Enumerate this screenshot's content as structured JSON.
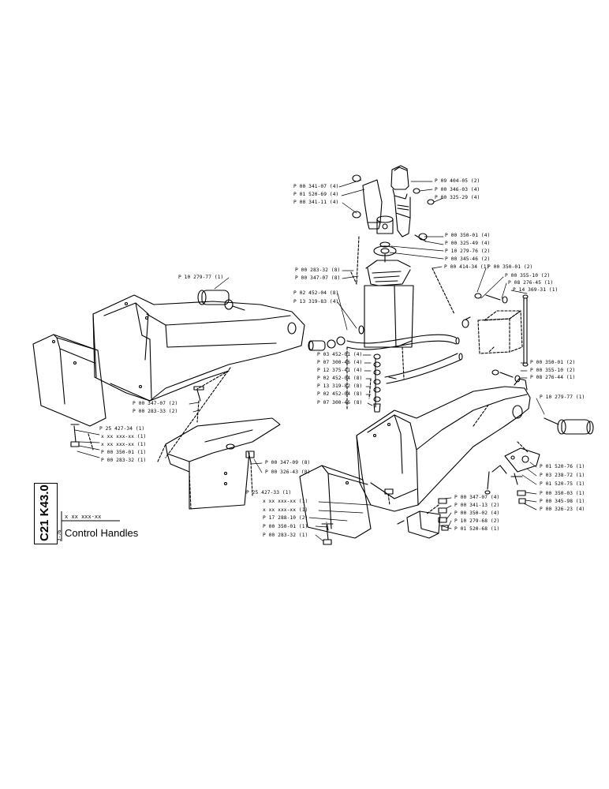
{
  "sheet": {
    "code": "C21 K43.0",
    "date": "3-76",
    "reference": "x xx xxx-xx",
    "title": "Control Handles"
  },
  "labels": [
    {
      "text": "P 09 404-05 (2)"
    },
    {
      "text": "P 00 346-03 (4)"
    },
    {
      "text": "P 00 325-29 (4)"
    },
    {
      "text": "P 00 341-07 (4)"
    },
    {
      "text": "P 01 520-69 (4)"
    },
    {
      "text": "P 00 341-11 (4)"
    },
    {
      "text": "P 00 350-01 (4)"
    },
    {
      "text": "P 00 325-49 (4)"
    },
    {
      "text": "P 10 279-76 (2)"
    },
    {
      "text": "P 00 345-46 (2)"
    },
    {
      "text": "P 00 414-34 (1)"
    },
    {
      "text": "P 00 283-32 (8)"
    },
    {
      "text": "P 00 347-07 (8)"
    },
    {
      "text": "P 10 279-77 (1)"
    },
    {
      "text": "P 02 452-04 (8)"
    },
    {
      "text": "P 13 319-83 (4)"
    },
    {
      "text": "P 00 350-01 (2)"
    },
    {
      "text": "P 00 355-10 (2)"
    },
    {
      "text": "P 08 276-45 (1)"
    },
    {
      "text": "P 14 369-31 (1)"
    },
    {
      "text": "P 03 452-01 (4)"
    },
    {
      "text": "P 07 300-46 (4)"
    },
    {
      "text": "P 12 375-41 (4)"
    },
    {
      "text": "P 02 452-04 (8)"
    },
    {
      "text": "P 13 319-82 (8)"
    },
    {
      "text": "P 02 452-04 (8)"
    },
    {
      "text": "P 07 300-46 (8)"
    },
    {
      "text": "P 00 350-01 (2)"
    },
    {
      "text": "P 00 355-10 (2)"
    },
    {
      "text": "P 08 276-44 (1)"
    },
    {
      "text": "P 10 279-77 (1)"
    },
    {
      "text": "P 00 347-07 (2)"
    },
    {
      "text": "P 00 283-33 (2)"
    },
    {
      "text": "P 25 427-34 (1)"
    },
    {
      "text": "x xx xxx-xx (1)"
    },
    {
      "text": "x xx xxx-xx (1)"
    },
    {
      "text": "P 00 350-01 (1)"
    },
    {
      "text": "P 00 283-32 (1)"
    },
    {
      "text": "P 00 347-09 (8)"
    },
    {
      "text": "P 00 326-43 (8)"
    },
    {
      "text": "P 01 520-76 (1)"
    },
    {
      "text": "P 03 238-72 (1)"
    },
    {
      "text": "P 01 520-75 (1)"
    },
    {
      "text": "P 00 350-03 (1)"
    },
    {
      "text": "P 00 345-98 (1)"
    },
    {
      "text": "P 00 326-23 (4)"
    },
    {
      "text": "P 25 427-33 (1)"
    },
    {
      "text": "x xx xxx-xx (1)"
    },
    {
      "text": "x xx xxx-xx (1)"
    },
    {
      "text": "P 17 288-10 (2)"
    },
    {
      "text": "P 00 350-01 (1)"
    },
    {
      "text": "P 00 283-32 (1)"
    },
    {
      "text": "P 00 347-07 (4)"
    },
    {
      "text": "P 00 341-13 (2)"
    },
    {
      "text": "P 00 350-02 (4)"
    },
    {
      "text": "P 10 279-68 (2)"
    },
    {
      "text": "P 01 520-68 (1)"
    }
  ]
}
